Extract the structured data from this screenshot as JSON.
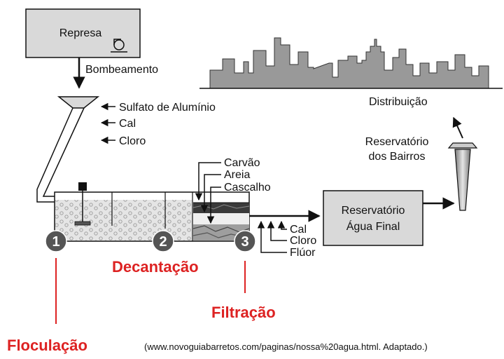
{
  "colors": {
    "box_fill": "#d9d9d9",
    "skyline_fill": "#999999",
    "stage_label": "#dd2222",
    "badge_fill": "#555555",
    "outline": "#111111"
  },
  "represa": {
    "label": "Represa",
    "icon": "pump-icon"
  },
  "pumping_label": "Bombeamento",
  "additives": [
    "Sulfato de Alumínio",
    "Cal",
    "Cloro"
  ],
  "filter_layers": [
    "Carvão",
    "Areia",
    "Cascalho"
  ],
  "final_additives": [
    "Cal",
    "Cloro",
    "Flúor"
  ],
  "final_reservoir": {
    "line1": "Reservatório",
    "line2": "Água Final"
  },
  "neighborhood_reservoir": {
    "line1": "Reservatório",
    "line2": "dos Bairros"
  },
  "distribution_label": "Distribuição",
  "stages": {
    "badge1": "1",
    "badge2": "2",
    "badge3": "3",
    "floculacao": "Floculação",
    "decantacao": "Decantação",
    "filtracao": "Filtração"
  },
  "source": "(www.novoguiabarretos.com/paginas/nossa%20agua.html. Adaptado.)"
}
